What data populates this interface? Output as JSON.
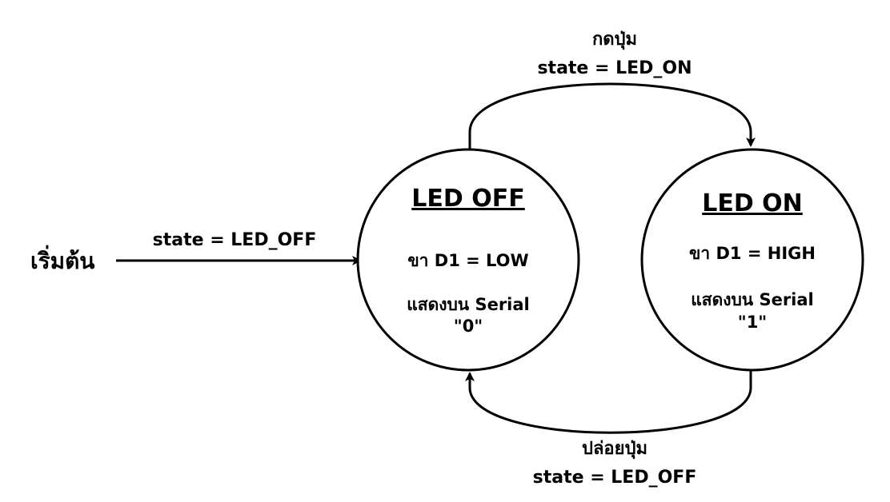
{
  "start_label": "เริ่มต้น",
  "initial_transition": {
    "label": "state = LED_OFF"
  },
  "states": {
    "led_off": {
      "title": "LED OFF",
      "pin": "ขา D1 = LOW",
      "serial_label": "แสดงบน Serial",
      "serial_value": "\"0\""
    },
    "led_on": {
      "title": "LED ON",
      "pin": "ขา D1 = HIGH",
      "serial_label": "แสดงบน Serial",
      "serial_value": "\"1\""
    }
  },
  "transitions": {
    "press": {
      "event": "กดปุ่ม",
      "action": "state = LED_ON"
    },
    "release": {
      "event": "ปล่อยปุ่ม",
      "action": "state = LED_OFF"
    }
  },
  "colors": {
    "stroke": "#000000",
    "background": "#ffffff"
  }
}
